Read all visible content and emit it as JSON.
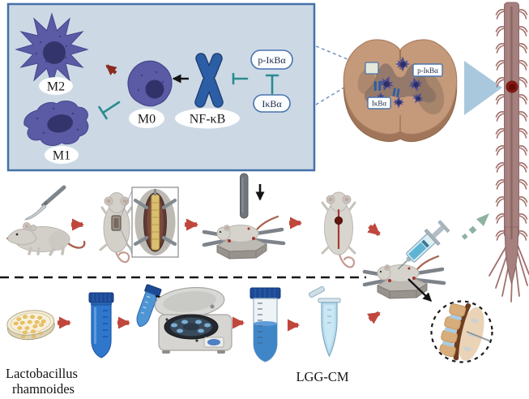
{
  "macrophage_panel": {
    "m2_label": "M2",
    "m1_label": "M1",
    "m0_label": "M0",
    "nfkb_label": "NF-κB",
    "p_ikba_label": "p-IκBα",
    "ikba_label": "IκBα"
  },
  "spinal_cross_section": {
    "p_ikba_label": "p-IκBα",
    "ikba_label": "IκBα"
  },
  "culture_labels": {
    "bacteria_line1": "Lactobacillus",
    "bacteria_line2": "rhamnoides",
    "conditioned_medium": "LGG-CM"
  },
  "colors": {
    "panel_fill": "#ccd9e5",
    "panel_border": "#4470a8",
    "macrophage_body": "#5a5aa5",
    "macrophage_nucleus": "#34346c",
    "nfkb_blue": "#2c5ea6",
    "flow_arrow_red": "#c0473c",
    "polarize_arrow_dark_red": "#8a2b1f",
    "inhibition_teal": "#2a8b8f",
    "section_tan": "#c59a7b",
    "gray_matter_brown": "#8f7568",
    "spinal_cord_mauve": "#a5807e",
    "lesion_dark_red": "#8c1a12",
    "zoom_triangle_blue": "#a9c8dd",
    "tube_blue": "#2e77cc",
    "tube_cap_blue": "#1d4a94",
    "dashed_green_arrow": "#8fb2a2"
  },
  "icons": [
    "m2-macrophage-icon",
    "m1-macrophage-icon",
    "m0-macrophage-icon",
    "nfkb-dimer-icon",
    "spinal-cord-cross-section-icon",
    "spinal-cord-icon",
    "magnify-triangle-icon",
    "scalpel-icon",
    "mouse-icon",
    "laminectomy-mouse-icon",
    "surgical-site-panel",
    "impactor-rod-icon",
    "stereotaxic-mouse-icon",
    "injured-mouse-icon",
    "syringe-icon",
    "vertebrae-zoom-icon",
    "petri-dish-icon",
    "conical-tube-icon",
    "centrifuge-icon",
    "microcentrifuge-tube-icon"
  ]
}
